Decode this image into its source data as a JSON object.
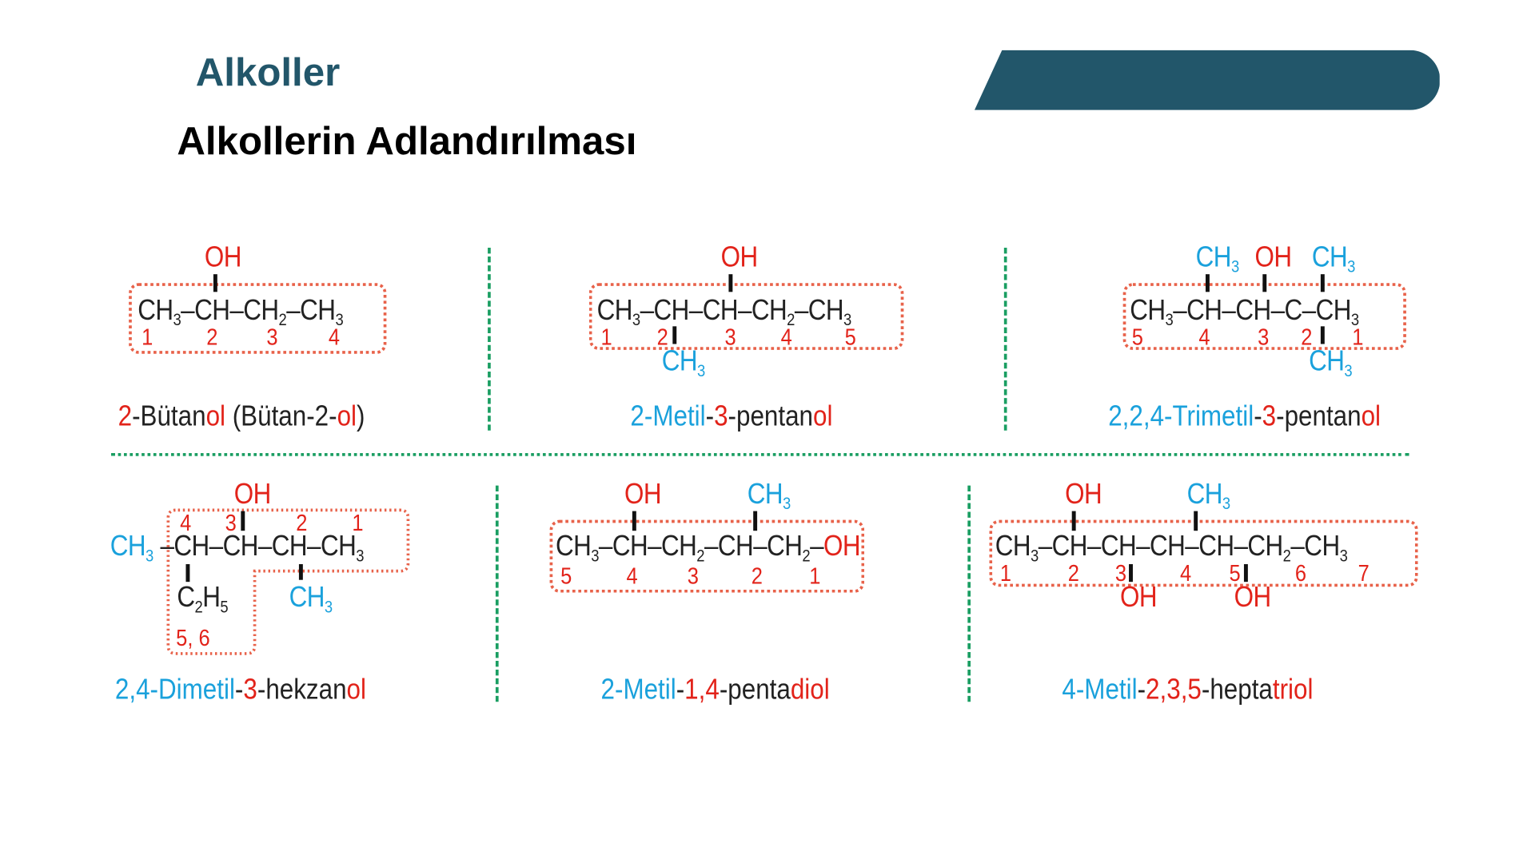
{
  "slide": {
    "title": "Alkoller",
    "subtitle": "Alkollerin Adlandırılması",
    "colors": {
      "title": "#22566a",
      "banner": "#22566a",
      "chain_number": "#e2231a",
      "substituent": "#1aa1dc",
      "divider": "#1a9e62",
      "box": "#e8624a"
    }
  },
  "examples": [
    {
      "name_parts": [
        {
          "t": "2",
          "c": "red"
        },
        {
          "t": "-Bütan",
          "c": "black"
        },
        {
          "t": "ol",
          "c": "red"
        },
        {
          "t": " (Bütan-2-",
          "c": "black"
        },
        {
          "t": "ol",
          "c": "red"
        },
        {
          "t": ")",
          "c": "black"
        }
      ],
      "name": "2-Bütanol (Bütan-2-ol)",
      "chain": "CH3–CH–CH2–CH3",
      "numbers": [
        "1",
        "2",
        "3",
        "4"
      ],
      "groups": {
        "top": [
          "OH"
        ]
      }
    },
    {
      "name": "2-Metil-3-pentanol",
      "name_parts": [
        {
          "t": "2-Metil",
          "c": "blue"
        },
        {
          "t": "-",
          "c": "black"
        },
        {
          "t": "3",
          "c": "red"
        },
        {
          "t": "-pentan",
          "c": "black"
        },
        {
          "t": "ol",
          "c": "red"
        }
      ],
      "chain": "CH3–CH–CH–CH2–CH3",
      "numbers": [
        "1",
        "2",
        "3",
        "4",
        "5"
      ],
      "groups": {
        "top": [
          "OH"
        ],
        "bottom": [
          "CH3"
        ]
      }
    },
    {
      "name": "2,2,4-Trimetil-3-pentanol",
      "name_parts": [
        {
          "t": "2,2,4-Trimetil",
          "c": "blue"
        },
        {
          "t": "-",
          "c": "black"
        },
        {
          "t": "3",
          "c": "red"
        },
        {
          "t": "-pentan",
          "c": "black"
        },
        {
          "t": "ol",
          "c": "red"
        }
      ],
      "chain": "CH3–CH–CH–C–CH3",
      "numbers": [
        "5",
        "4",
        "3",
        "2",
        "1"
      ],
      "groups": {
        "top": [
          "CH3",
          "OH",
          "CH3"
        ],
        "bottom": [
          "CH3"
        ]
      }
    },
    {
      "name": "2,4-Dimetil-3-hekzanol",
      "name_parts": [
        {
          "t": "2,4-Dimetil",
          "c": "blue"
        },
        {
          "t": "-",
          "c": "black"
        },
        {
          "t": "3",
          "c": "red"
        },
        {
          "t": "-hekzan",
          "c": "black"
        },
        {
          "t": "ol",
          "c": "red"
        }
      ],
      "chain": "CH3–CH–CH–CH–CH3",
      "numbers": [
        "4",
        "3",
        "2",
        "1",
        "5, 6"
      ],
      "groups": {
        "top": [
          "OH"
        ],
        "bottom": [
          "C2H5",
          "CH3"
        ],
        "left": [
          "CH3"
        ]
      }
    },
    {
      "name": "2-Metil-1,4-pentadiol",
      "name_parts": [
        {
          "t": "2-Metil",
          "c": "blue"
        },
        {
          "t": "-",
          "c": "black"
        },
        {
          "t": "1,4",
          "c": "red"
        },
        {
          "t": "-penta",
          "c": "black"
        },
        {
          "t": "diol",
          "c": "red"
        }
      ],
      "chain": "CH3–CH–CH2–CH–CH2–OH",
      "numbers": [
        "5",
        "4",
        "3",
        "2",
        "1"
      ],
      "groups": {
        "top": [
          "OH",
          "CH3"
        ],
        "right": [
          "OH"
        ]
      }
    },
    {
      "name": "4-Metil-2,3,5-heptatriol",
      "name_parts": [
        {
          "t": "4-Metil",
          "c": "blue"
        },
        {
          "t": "-",
          "c": "black"
        },
        {
          "t": "2,3,5",
          "c": "red"
        },
        {
          "t": "-hepta",
          "c": "black"
        },
        {
          "t": "triol",
          "c": "red"
        }
      ],
      "chain": "CH3–CH–CH–CH–CH–CH2–CH3",
      "numbers": [
        "1",
        "2",
        "3",
        "4",
        "5",
        "6",
        "7"
      ],
      "groups": {
        "top": [
          "OH",
          "CH3"
        ],
        "bottom": [
          "OH",
          "OH"
        ]
      }
    }
  ],
  "labels": {
    "oh": "OH",
    "ch": "CH",
    "c": "C",
    "h": "H",
    "dash": "–",
    "sub2": "2",
    "sub3": "3",
    "sub5": "5"
  }
}
